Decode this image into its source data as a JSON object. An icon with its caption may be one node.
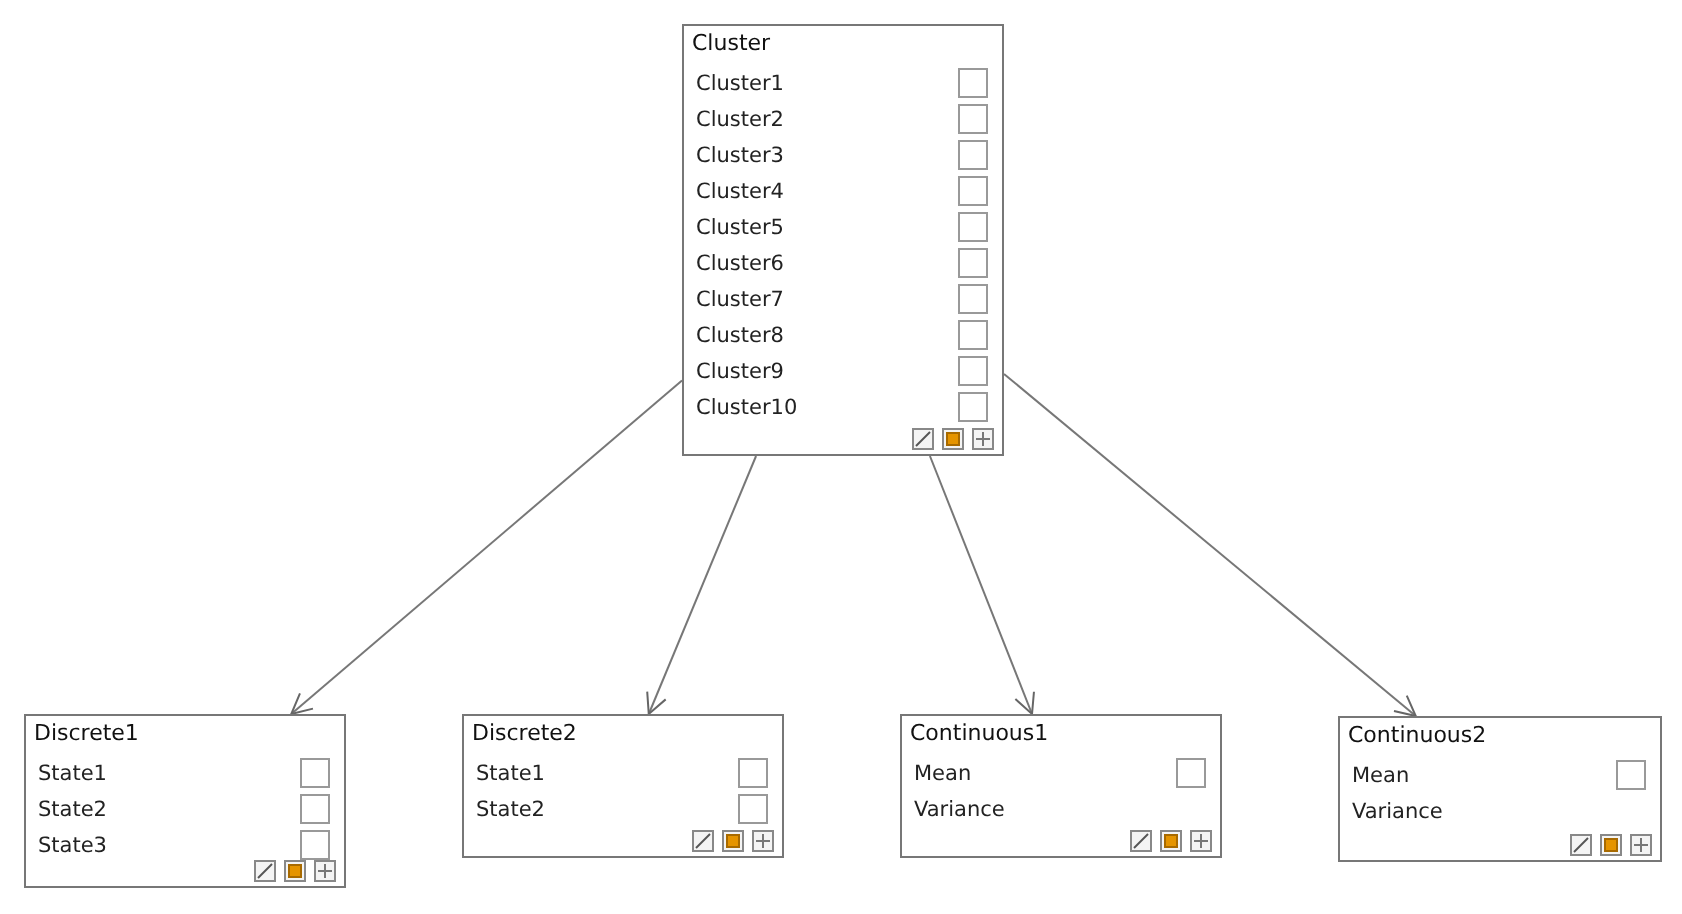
{
  "diagram": {
    "nodes": [
      {
        "text": [
          "Cluster",
          "Cluster1",
          "Cluster2",
          "Cluster3",
          "Cluster4",
          "Cluster5",
          "Cluster6",
          "Cluster7",
          "Cluster8",
          "Cluster9",
          "Cluster10"
        ]
      },
      {
        "text": [
          "Discrete1",
          "State1",
          "State2",
          "State3"
        ]
      },
      {
        "text": [
          "Discrete2",
          "State1",
          "State2"
        ]
      },
      {
        "text": [
          "Continuous1",
          "Mean",
          "Variance"
        ]
      },
      {
        "text": [
          "Continuous2",
          "Mean",
          "Variance"
        ]
      }
    ],
    "edges": [
      {
        "from": 0,
        "to": 1,
        "arrow": "to"
      },
      {
        "from": 0,
        "to": 2,
        "arrow": "to"
      },
      {
        "from": 0,
        "to": 3,
        "arrow": "to"
      },
      {
        "from": 0,
        "to": 4,
        "arrow": "to"
      }
    ]
  }
}
